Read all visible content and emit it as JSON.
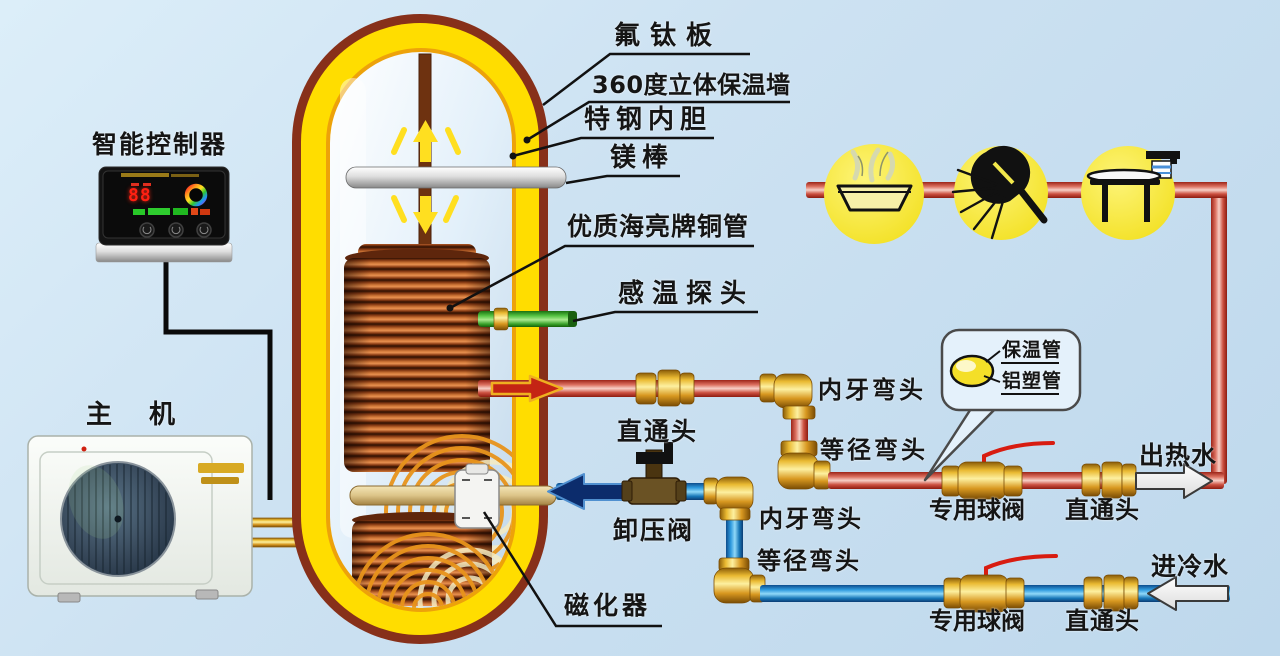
{
  "colors": {
    "background": "#cfe2f1",
    "hot_pipe_red": "#d85a4a",
    "cold_pipe_blue": "#2f9ddc",
    "brass_fitting": "#e8b830",
    "insulation_yellow": "#ffdd00",
    "outer_shell_maroon": "#87301a",
    "copper_coil": "#8a3c14",
    "sensor_green": "#3fae2f",
    "usage_circle_yellow": "#f7e93c"
  },
  "controller": {
    "title": "智能控制器",
    "display_value": "88"
  },
  "main_unit": {
    "label": "主 机"
  },
  "tank_labels": {
    "outer_plate": "氟钛板",
    "insulation_wall": "360度立体保温墙",
    "inner_liner": "特钢内胆",
    "magnesium_rod": "镁棒",
    "copper_coil": "优质海亮牌铜管",
    "temperature_probe": "感温探头",
    "magnetizer": "磁化器"
  },
  "pipe_labels": {
    "coupler_mid": "直通头",
    "relief_valve": "卸压阀",
    "elbow_inner_hot": "内牙弯头",
    "elbow_equal_hot": "等径弯头",
    "elbow_inner_cold": "内牙弯头",
    "elbow_equal_cold": "等径弯头",
    "ball_valve_hot": "专用球阀",
    "coupler_hot": "直通头",
    "ball_valve_cold": "专用球阀",
    "coupler_cold": "直通头",
    "hot_water_out": "出热水",
    "cold_water_in": "进冷水"
  },
  "callout": {
    "line1": "保温管",
    "line2": "铝塑管"
  },
  "usage_points": [
    {
      "icon": "steaming-basin-icon"
    },
    {
      "icon": "shower-icon"
    },
    {
      "icon": "wash-table-icon"
    }
  ]
}
